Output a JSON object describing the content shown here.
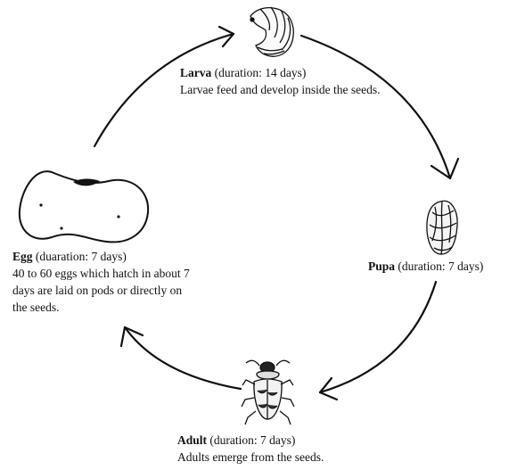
{
  "diagram": {
    "stages": {
      "larva": {
        "name": "Larva",
        "duration": "(duration: 14 days)",
        "description": "Larvae  feed and develop inside the seeds."
      },
      "pupa": {
        "name": "Pupa",
        "duration": "(duration: 7 days)",
        "description": ""
      },
      "adult": {
        "name": "Adult",
        "duration": "(duration: 7 days)",
        "description": "Adults emerge from the seeds."
      },
      "egg": {
        "name": "Egg",
        "duration": "(duaration: 7 days)",
        "description": "40 to 60 eggs which hatch in about 7 days are laid on pods or directly on the seeds."
      }
    },
    "colors": {
      "line": "#111111",
      "background": "#ffffff"
    }
  }
}
